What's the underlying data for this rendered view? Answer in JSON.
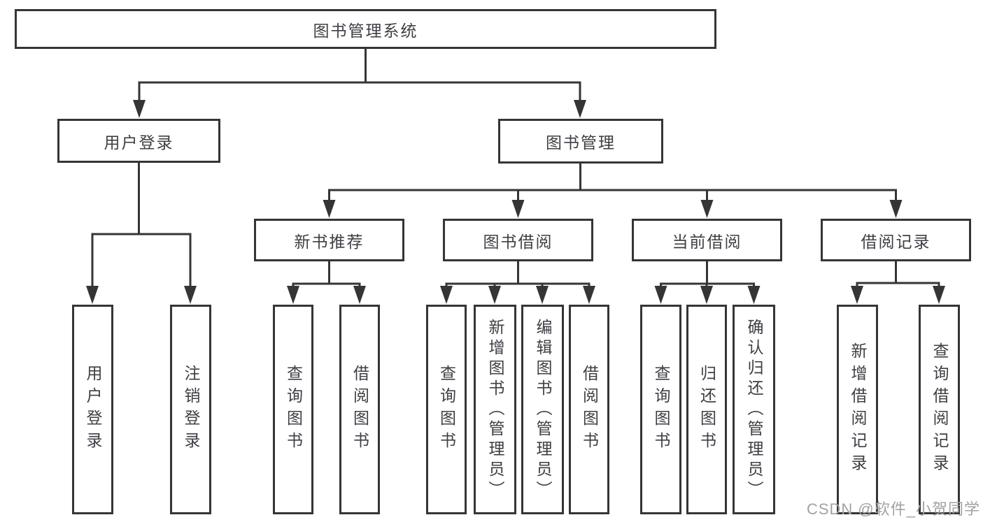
{
  "tree": {
    "root": {
      "label": "图书管理系统"
    },
    "branches": [
      {
        "label": "用户登录",
        "children": [
          {
            "label": "用户登录"
          },
          {
            "label": "注销登录"
          }
        ]
      },
      {
        "label": "图书管理",
        "children": [
          {
            "label": "新书推荐",
            "children": [
              {
                "label": "查询图书"
              },
              {
                "label": "借阅图书"
              }
            ]
          },
          {
            "label": "图书借阅",
            "children": [
              {
                "label": "查询图书"
              },
              {
                "label": "新增图书（管理员）"
              },
              {
                "label": "编辑图书（管理员）"
              },
              {
                "label": "借阅图书"
              }
            ]
          },
          {
            "label": "当前借阅",
            "children": [
              {
                "label": "查询图书"
              },
              {
                "label": "归还图书"
              },
              {
                "label": "确认归还（管理员）"
              }
            ]
          },
          {
            "label": "借阅记录",
            "children": [
              {
                "label": "新增借阅记录"
              },
              {
                "label": "查询借阅记录"
              }
            ]
          }
        ]
      }
    ]
  },
  "watermark": {
    "text": "CSDN @软件_小贺同学"
  },
  "colors": {
    "line": "#353538",
    "text": "#3d3f44",
    "background": "#ffffff",
    "watermark": "#a2a2a4"
  }
}
